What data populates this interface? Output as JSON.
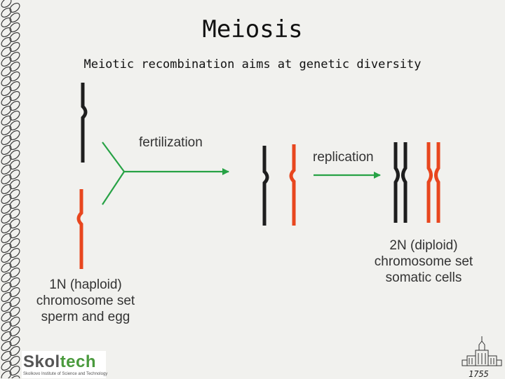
{
  "slide": {
    "title": "Meiosis",
    "subtitle": "Meiotic recombination aims at genetic diversity"
  },
  "labels": {
    "fertilization": "fertilization",
    "replication": "replication",
    "haploid_line1": "1N (haploid)",
    "haploid_line2": "chromosome set",
    "haploid_line3": "sperm and egg",
    "diploid_line1": "2N (diploid)",
    "diploid_line2": "chromosome set",
    "diploid_line3": "somatic cells"
  },
  "logo": {
    "brand_prefix": "Skol",
    "brand_suffix": "tech",
    "tagline": "Skolkovo Institute of Science and Technology"
  },
  "emblem": {
    "year": "1755"
  },
  "colors": {
    "black_chromosome": "#1e1e1e",
    "orange_chromosome": "#e8461e",
    "arrow": "#27a245",
    "border": "#333333"
  },
  "icons": [
    "dna-border-pattern",
    "university-building-icon"
  ]
}
